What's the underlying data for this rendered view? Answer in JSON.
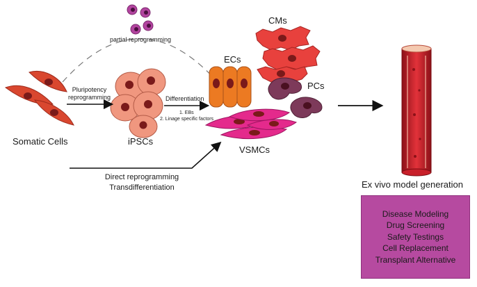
{
  "labels": {
    "somatic_cells": "Somatic Cells",
    "ipscs": "iPSCs",
    "partial_reprogramming": "partial reprogramming",
    "pluripotency_line1": "Pluripotency",
    "pluripotency_line2": "reprogramming",
    "differentiation": "Differentiation",
    "diff_step1": "1. EBs",
    "diff_step2": "2. Linage  specific factors",
    "ecs": "ECs",
    "cms": "CMs",
    "pcs": "PCs",
    "vsmcs": "VSMCs",
    "direct_line1": "Direct reprogramming",
    "direct_line2": "Transdifferentiation",
    "ex_vivo": "Ex vivo model generation"
  },
  "applications": [
    "Disease Modeling",
    "Drug Screening",
    "Safety Testings",
    "Cell Replacement",
    "Transplant Alternative"
  ],
  "colors": {
    "somatic": "#d9472f",
    "nucleus": "#7a1a1a",
    "ipsc": "#f0977f",
    "partial": "#b2449f",
    "ec": "#ec7a22",
    "cm": "#e8413d",
    "pc": "#7d3a5a",
    "vsmc": "#e42a8c",
    "vessel": "#c8202a",
    "app_box": "#b64aa0"
  }
}
